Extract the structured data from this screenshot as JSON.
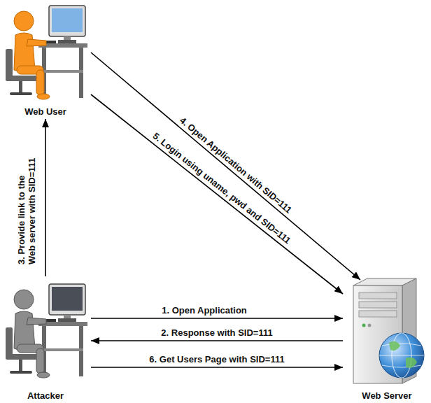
{
  "diagram": {
    "nodes": [
      {
        "text": [
          "Web User"
        ]
      },
      {
        "text": [
          "Attacker"
        ]
      },
      {
        "text": [
          "Web Server"
        ]
      }
    ],
    "edges": [
      {
        "from": 1,
        "to": 2,
        "arrow": "to",
        "label": "1. Open Application"
      },
      {
        "from": 2,
        "to": 1,
        "arrow": "to",
        "label": "2. Response with SID=111"
      },
      {
        "from": 1,
        "to": 0,
        "arrow": "to",
        "label": "3. Provide link to the Web server with SID=111"
      },
      {
        "from": 0,
        "to": 2,
        "arrow": "to",
        "label": "4. Open Application with SID=111"
      },
      {
        "from": 0,
        "to": 2,
        "arrow": "to",
        "label": "5. Login using uname, pwd and SID=111"
      },
      {
        "from": 1,
        "to": 2,
        "arrow": "to",
        "label": "6. Get Users Page with SID=111"
      }
    ]
  }
}
